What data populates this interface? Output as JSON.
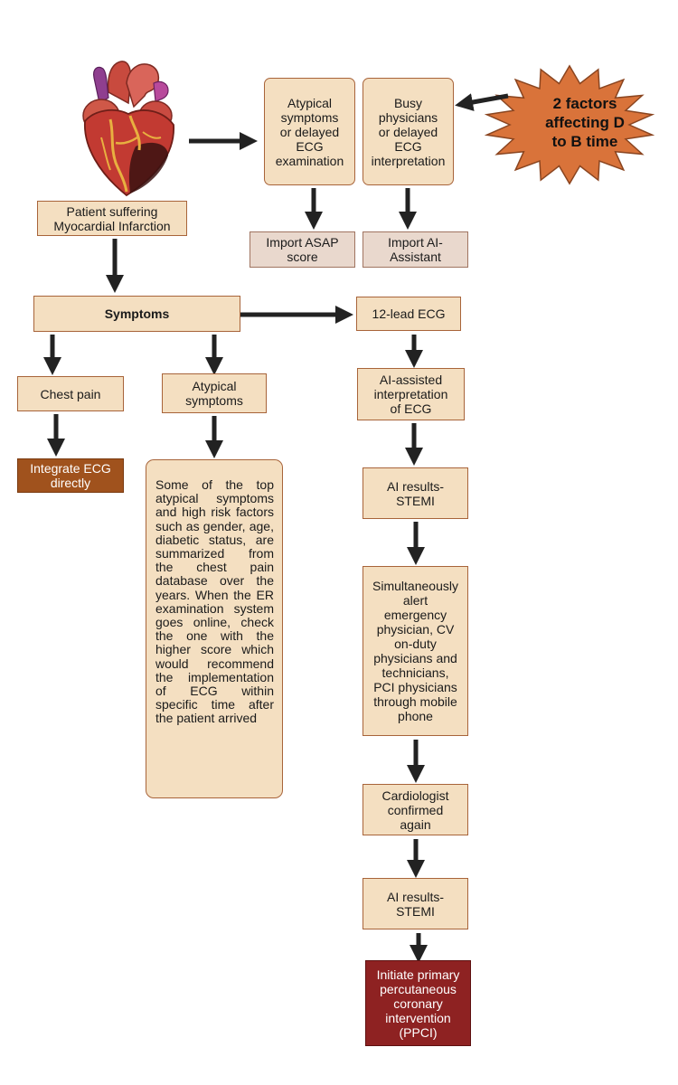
{
  "colors": {
    "box_fill": "#f4dfc1",
    "box_border": "#a8643a",
    "import_fill": "#e9d8cd",
    "integrate_fill": "#a0521d",
    "ppci_fill": "#8e2222",
    "starburst_fill": "#d9733a",
    "arrow": "#222222"
  },
  "icons": {
    "heart": "anatomical-heart-infarction-icon",
    "factors": "starburst-callout"
  },
  "nodes": {
    "patient": "Patient suffering\nMyocardial Infarction",
    "atypical_delayed": "Atypical\nsymptoms\nor delayed\nECG\nexamination",
    "busy_physicians": "Busy\nphysicians\nor delayed\nECG\ninterpretation",
    "two_factors": "2 factors\naffecting D\nto B time",
    "import_asap": "Import ASAP\nscore",
    "import_ai": "Import AI-\nAssistant",
    "symptoms": "Symptoms",
    "ecg12": "12-lead ECG",
    "chest_pain": "Chest pain",
    "atypical": "Atypical\nsymptoms",
    "ai_interpretation": "AI-assisted\ninterpretation\nof ECG",
    "integrate_ecg": "Integrate ECG\ndirectly",
    "atypical_description": "Some of the top atypical symptoms and high risk factors such as gender, age, diabetic status, are summarized from the chest pain database over the years. When the ER examination system goes online, check the one with the higher score which would recommend the implementation of ECG within specific time after the patient arrived",
    "ai_results_1": "AI results-\nSTEMI",
    "alert": "Simultaneously\nalert\nemergency\nphysician, CV\non-duty\nphysicians and\ntechnicians,\nPCI physicians\nthrough mobile\nphone",
    "cardiologist": "Cardiologist\nconfirmed\nagain",
    "ai_results_2": "AI results-\nSTEMI",
    "ppci": "Initiate primary\npercutaneous\ncoronary\nintervention\n(PPCI)"
  }
}
